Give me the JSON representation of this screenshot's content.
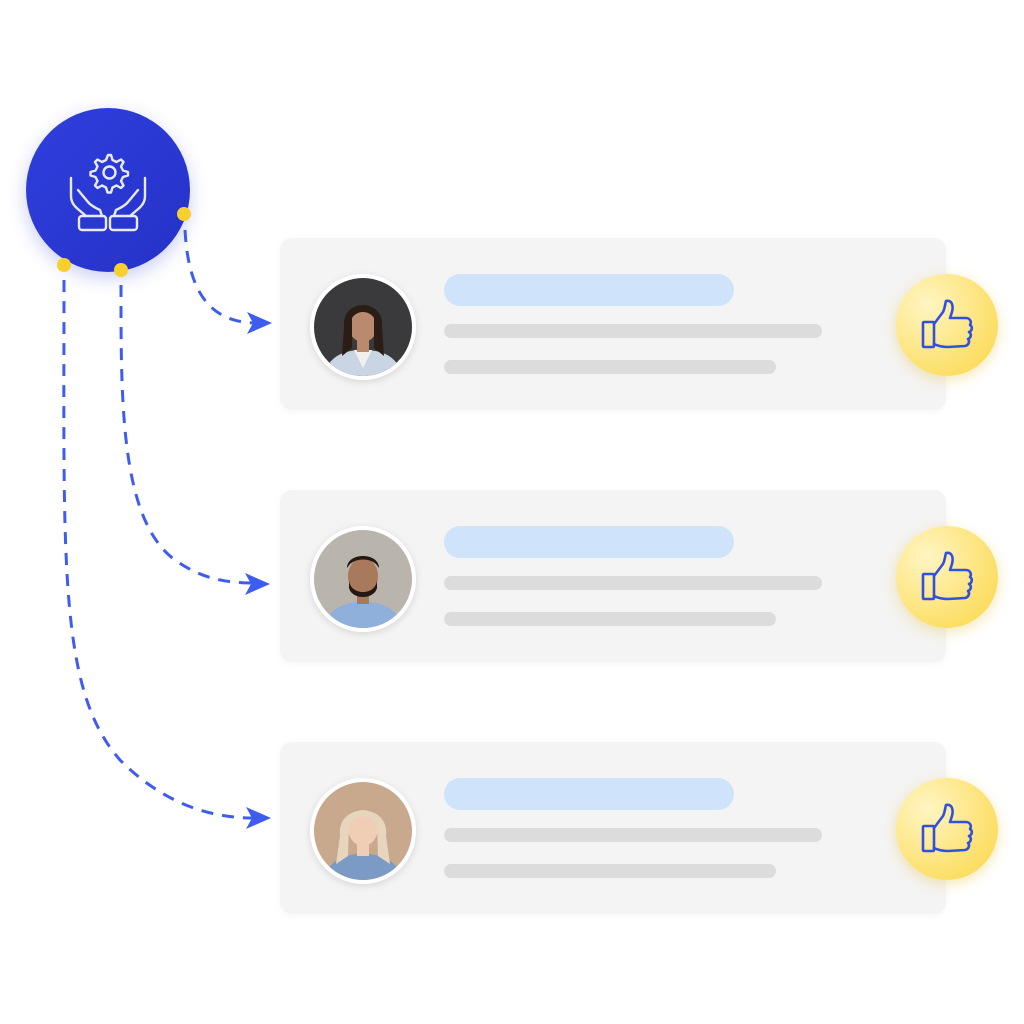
{
  "colors": {
    "hub_fill": "#2f3fdd",
    "hub_fill_dark": "#2532c8",
    "hub_icon_stroke": "#e8ebff",
    "connector_dot": "#f7cf2f",
    "connector_line": "#3f5cf0",
    "card_background": "#f4f4f4",
    "title_bar": "#cfe3fb",
    "text_bar": "#dcdcdc",
    "like_fill_light": "#fff5c2",
    "like_fill": "#fbd94f",
    "like_icon_stroke": "#3250e0"
  },
  "hub": {
    "icon": "hands-gear-icon"
  },
  "cards": [
    {
      "avatar_icon": "avatar-woman-dark-hair",
      "like_icon": "thumbs-up-icon",
      "palette": {
        "bg": "#3a3a3c",
        "skin": "#b98a6e",
        "hair": "#2a1d16",
        "shirt": "#c9d5e2",
        "inner": "#f2f0ec"
      }
    },
    {
      "avatar_icon": "avatar-man-beard",
      "like_icon": "thumbs-up-icon",
      "palette": {
        "bg": "#b9b4ac",
        "skin": "#a8795a",
        "hair": "#241812",
        "shirt": "#8fb0da",
        "inner": "#8fb0da"
      }
    },
    {
      "avatar_icon": "avatar-woman-blonde",
      "like_icon": "thumbs-up-icon",
      "palette": {
        "bg": "#c8a98e",
        "skin": "#f0cdb5",
        "hair": "#e6d6bd",
        "shirt": "#7c9bc4",
        "inner": "#7c9bc4"
      }
    }
  ]
}
